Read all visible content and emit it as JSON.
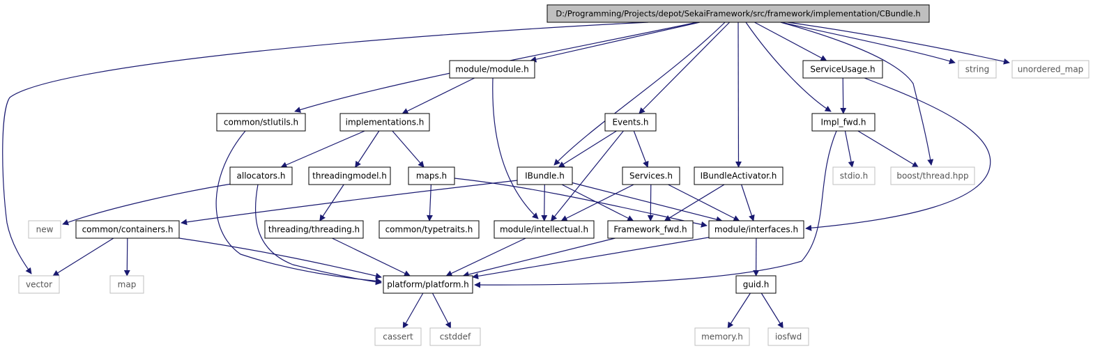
{
  "diagram": {
    "title": "D:/Programming/Projects/depot/SekaiFramework/src/framework/implementation/CBundle.h",
    "colors": {
      "edge": "#191970",
      "node_border_local": "#000000",
      "node_border_system": "#bfbfbf",
      "root_fill": "#bfbfbf",
      "node_fill": "#ffffff",
      "text_local": "#000000",
      "text_system": "#555555"
    },
    "nodes": [
      {
        "id": "root",
        "label": "D:/Programming/Projects/depot/SekaiFramework/src/framework/implementation/CBundle.h",
        "kind": "root"
      },
      {
        "id": "vector",
        "label": "vector",
        "kind": "system"
      },
      {
        "id": "module_module",
        "label": "module/module.h",
        "kind": "local"
      },
      {
        "id": "common_stlutils",
        "label": "common/stlutils.h",
        "kind": "local"
      },
      {
        "id": "implementations",
        "label": "implementations.h",
        "kind": "local"
      },
      {
        "id": "events",
        "label": "Events.h",
        "kind": "local"
      },
      {
        "id": "service_usage",
        "label": "ServiceUsage.h",
        "kind": "local"
      },
      {
        "id": "string",
        "label": "string",
        "kind": "system"
      },
      {
        "id": "unordered_map",
        "label": "unordered_map",
        "kind": "system"
      },
      {
        "id": "impl_fwd",
        "label": "Impl_fwd.h",
        "kind": "local"
      },
      {
        "id": "allocators",
        "label": "allocators.h",
        "kind": "local"
      },
      {
        "id": "threadingmodel",
        "label": "threadingmodel.h",
        "kind": "local"
      },
      {
        "id": "maps",
        "label": "maps.h",
        "kind": "local"
      },
      {
        "id": "ibundle",
        "label": "IBundle.h",
        "kind": "local"
      },
      {
        "id": "services",
        "label": "Services.h",
        "kind": "local"
      },
      {
        "id": "ibundle_activator",
        "label": "IBundleActivator.h",
        "kind": "local"
      },
      {
        "id": "stdio",
        "label": "stdio.h",
        "kind": "system"
      },
      {
        "id": "boost_thread",
        "label": "boost/thread.hpp",
        "kind": "system"
      },
      {
        "id": "new",
        "label": "new",
        "kind": "system"
      },
      {
        "id": "common_containers",
        "label": "common/containers.h",
        "kind": "local"
      },
      {
        "id": "threading",
        "label": "threading/threading.h",
        "kind": "local"
      },
      {
        "id": "typetraits",
        "label": "common/typetraits.h",
        "kind": "local"
      },
      {
        "id": "intellectual",
        "label": "module/intellectual.h",
        "kind": "local"
      },
      {
        "id": "framework_fwd",
        "label": "Framework_fwd.h",
        "kind": "local"
      },
      {
        "id": "interfaces",
        "label": "module/interfaces.h",
        "kind": "local"
      },
      {
        "id": "map",
        "label": "map",
        "kind": "system"
      },
      {
        "id": "platform",
        "label": "platform/platform.h",
        "kind": "local"
      },
      {
        "id": "guid",
        "label": "guid.h",
        "kind": "local"
      },
      {
        "id": "cassert",
        "label": "cassert",
        "kind": "system"
      },
      {
        "id": "cstddef",
        "label": "cstddef",
        "kind": "system"
      },
      {
        "id": "memory",
        "label": "memory.h",
        "kind": "system"
      },
      {
        "id": "iosfwd",
        "label": "iosfwd",
        "kind": "system"
      }
    ],
    "edges": [
      [
        "root",
        "vector"
      ],
      [
        "root",
        "common_stlutils"
      ],
      [
        "root",
        "module_module"
      ],
      [
        "root",
        "ibundle"
      ],
      [
        "root",
        "events"
      ],
      [
        "root",
        "ibundle_activator"
      ],
      [
        "root",
        "impl_fwd"
      ],
      [
        "root",
        "service_usage"
      ],
      [
        "root",
        "boost_thread"
      ],
      [
        "root",
        "string"
      ],
      [
        "root",
        "unordered_map"
      ],
      [
        "module_module",
        "implementations"
      ],
      [
        "module_module",
        "intellectual"
      ],
      [
        "common_stlutils",
        "platform"
      ],
      [
        "implementations",
        "allocators"
      ],
      [
        "implementations",
        "threadingmodel"
      ],
      [
        "implementations",
        "maps"
      ],
      [
        "allocators",
        "new"
      ],
      [
        "allocators",
        "platform"
      ],
      [
        "threadingmodel",
        "threading"
      ],
      [
        "maps",
        "typetraits"
      ],
      [
        "maps",
        "interfaces"
      ],
      [
        "events",
        "ibundle"
      ],
      [
        "events",
        "services"
      ],
      [
        "events",
        "intellectual"
      ],
      [
        "ibundle",
        "common_containers"
      ],
      [
        "ibundle",
        "intellectual"
      ],
      [
        "ibundle",
        "framework_fwd"
      ],
      [
        "ibundle",
        "interfaces"
      ],
      [
        "services",
        "intellectual"
      ],
      [
        "services",
        "framework_fwd"
      ],
      [
        "services",
        "interfaces"
      ],
      [
        "ibundle_activator",
        "framework_fwd"
      ],
      [
        "ibundle_activator",
        "interfaces"
      ],
      [
        "service_usage",
        "impl_fwd"
      ],
      [
        "service_usage",
        "interfaces"
      ],
      [
        "impl_fwd",
        "stdio"
      ],
      [
        "impl_fwd",
        "boost_thread"
      ],
      [
        "impl_fwd",
        "platform"
      ],
      [
        "common_containers",
        "vector"
      ],
      [
        "common_containers",
        "map"
      ],
      [
        "common_containers",
        "platform"
      ],
      [
        "threading",
        "platform"
      ],
      [
        "intellectual",
        "platform"
      ],
      [
        "framework_fwd",
        "platform"
      ],
      [
        "interfaces",
        "platform"
      ],
      [
        "interfaces",
        "guid"
      ],
      [
        "platform",
        "cassert"
      ],
      [
        "platform",
        "cstddef"
      ],
      [
        "guid",
        "memory"
      ],
      [
        "guid",
        "iosfwd"
      ]
    ]
  }
}
